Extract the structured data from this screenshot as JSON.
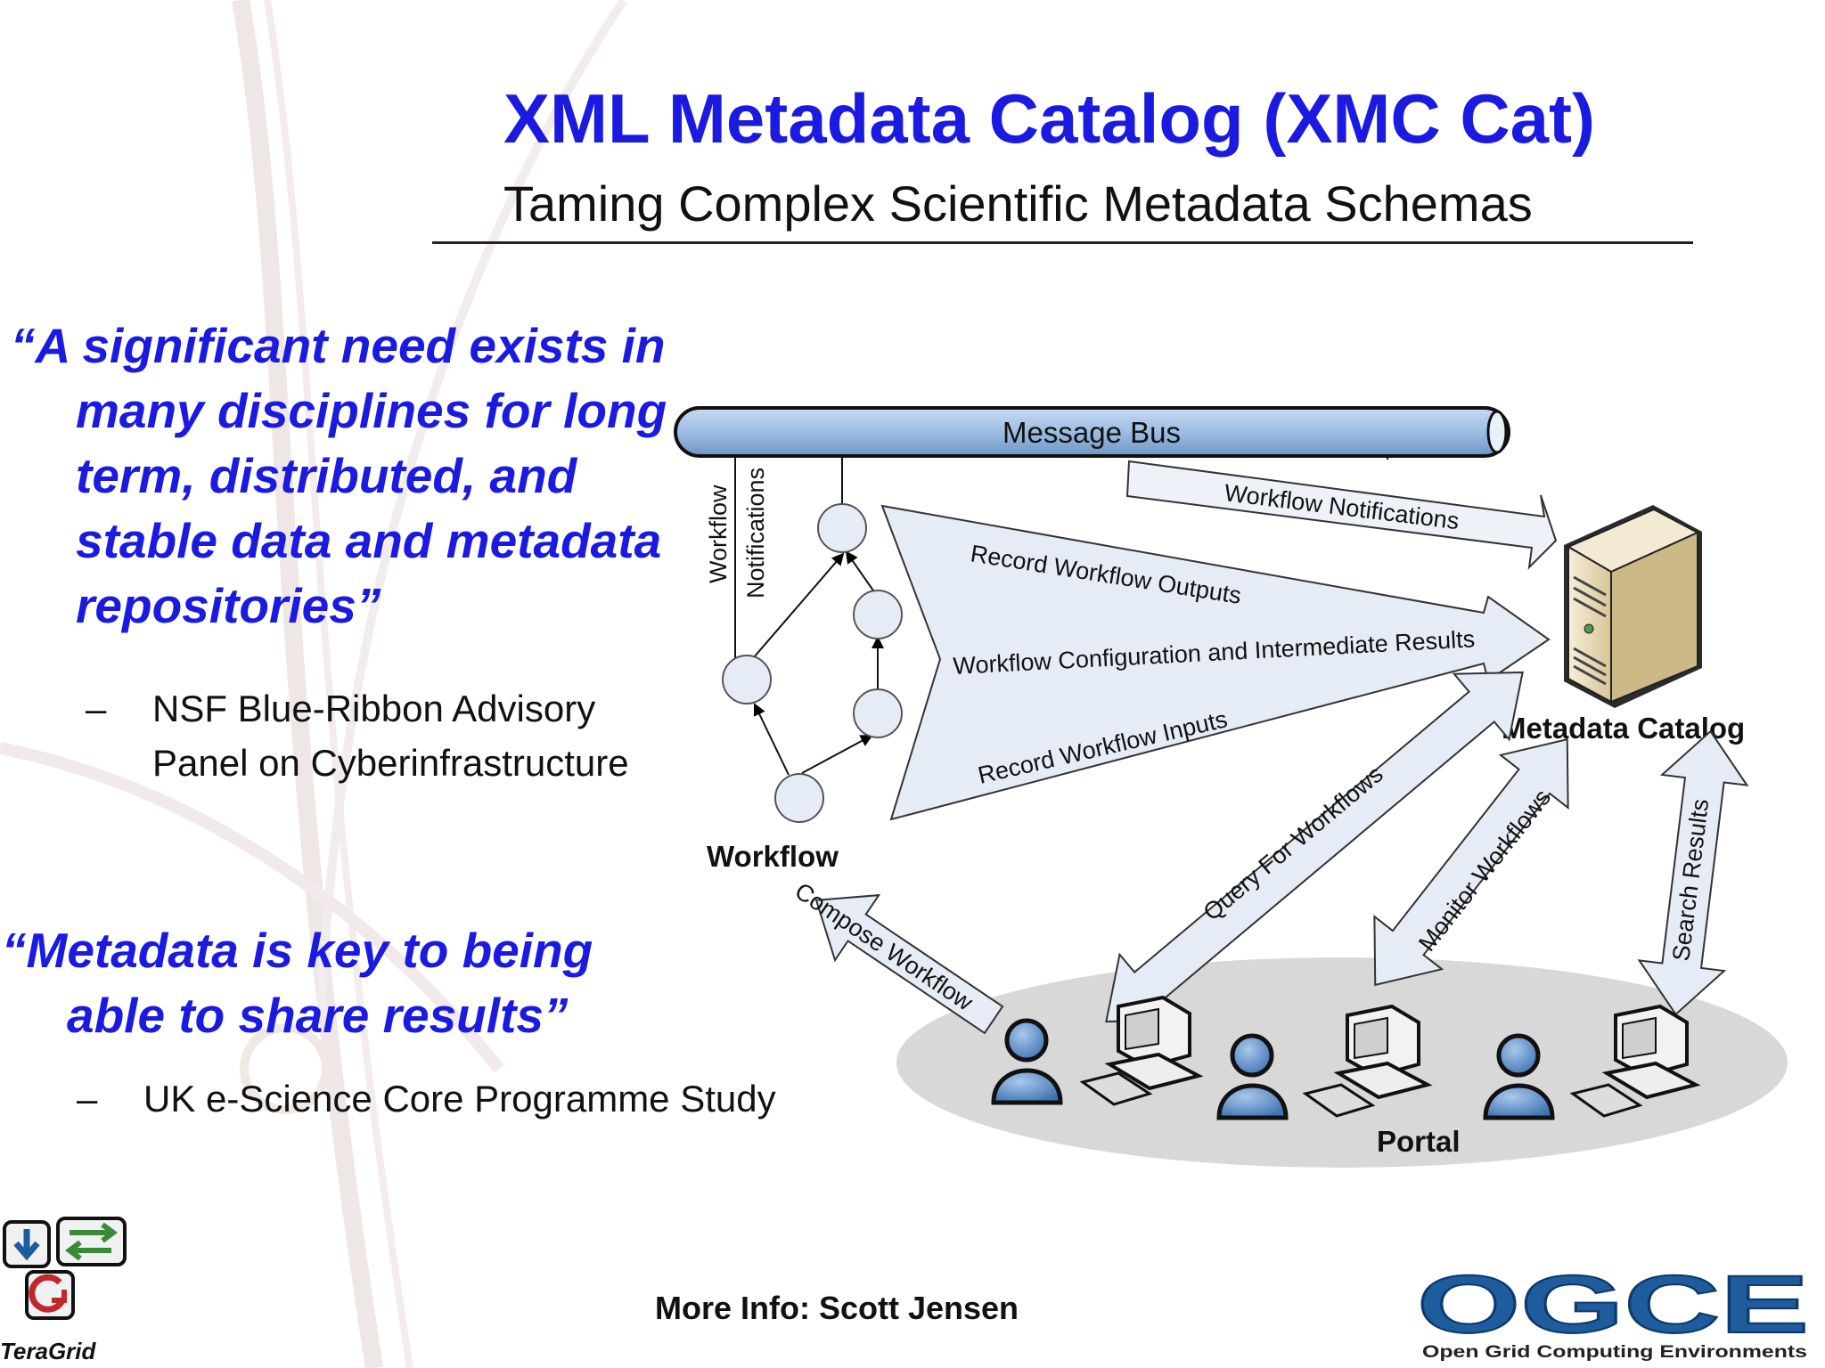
{
  "slide": {
    "title": "XML Metadata Catalog (XMC Cat)",
    "subtitle": "Taming Complex Scientific Metadata Schemas",
    "quote1": {
      "lines": [
        "“A significant need exists in",
        "many disciplines for long",
        "term, distributed, and",
        "stable data and metadata",
        "repositories”"
      ],
      "source_dash": "–",
      "source_lines": [
        "NSF Blue-Ribbon Advisory",
        "Panel on Cyberinfrastructure"
      ]
    },
    "quote2": {
      "lines": [
        "“Metadata is key to being",
        "able to share results”"
      ],
      "source_dash": "–",
      "source": "UK e-Science Core Programme Study"
    },
    "footer": "More Info: Scott Jensen"
  },
  "diagram": {
    "message_bus": "Message Bus",
    "workflow_notifications_vertical": [
      "Workflow",
      "Notifications"
    ],
    "workflow_notifications": "Workflow Notifications",
    "record_outputs": "Record Workflow Outputs",
    "config_results": "Workflow Configuration and Intermediate Results",
    "record_inputs": "Record Workflow Inputs",
    "metadata_catalog": "Metadata Catalog",
    "workflow": "Workflow",
    "compose_workflow": "Compose Workflow",
    "query_workflows": "Query For  Workflows",
    "monitor_workflows": "Monitor Workflows",
    "search_results": "Search Results",
    "portal": "Portal"
  },
  "logos": {
    "teragrid": "TeraGrid",
    "ogce": "OGCE",
    "ogce_tagline": "Open Grid Computing Environments"
  },
  "colors": {
    "title_blue": "#1a1ae0",
    "bus_blue": "#8fb2db",
    "arrow_fill": "#e6ecf5",
    "portal_gray": "#d9d9d9",
    "user_blue": "#5d8fc9",
    "ogce_blue": "#1f5c9e"
  }
}
